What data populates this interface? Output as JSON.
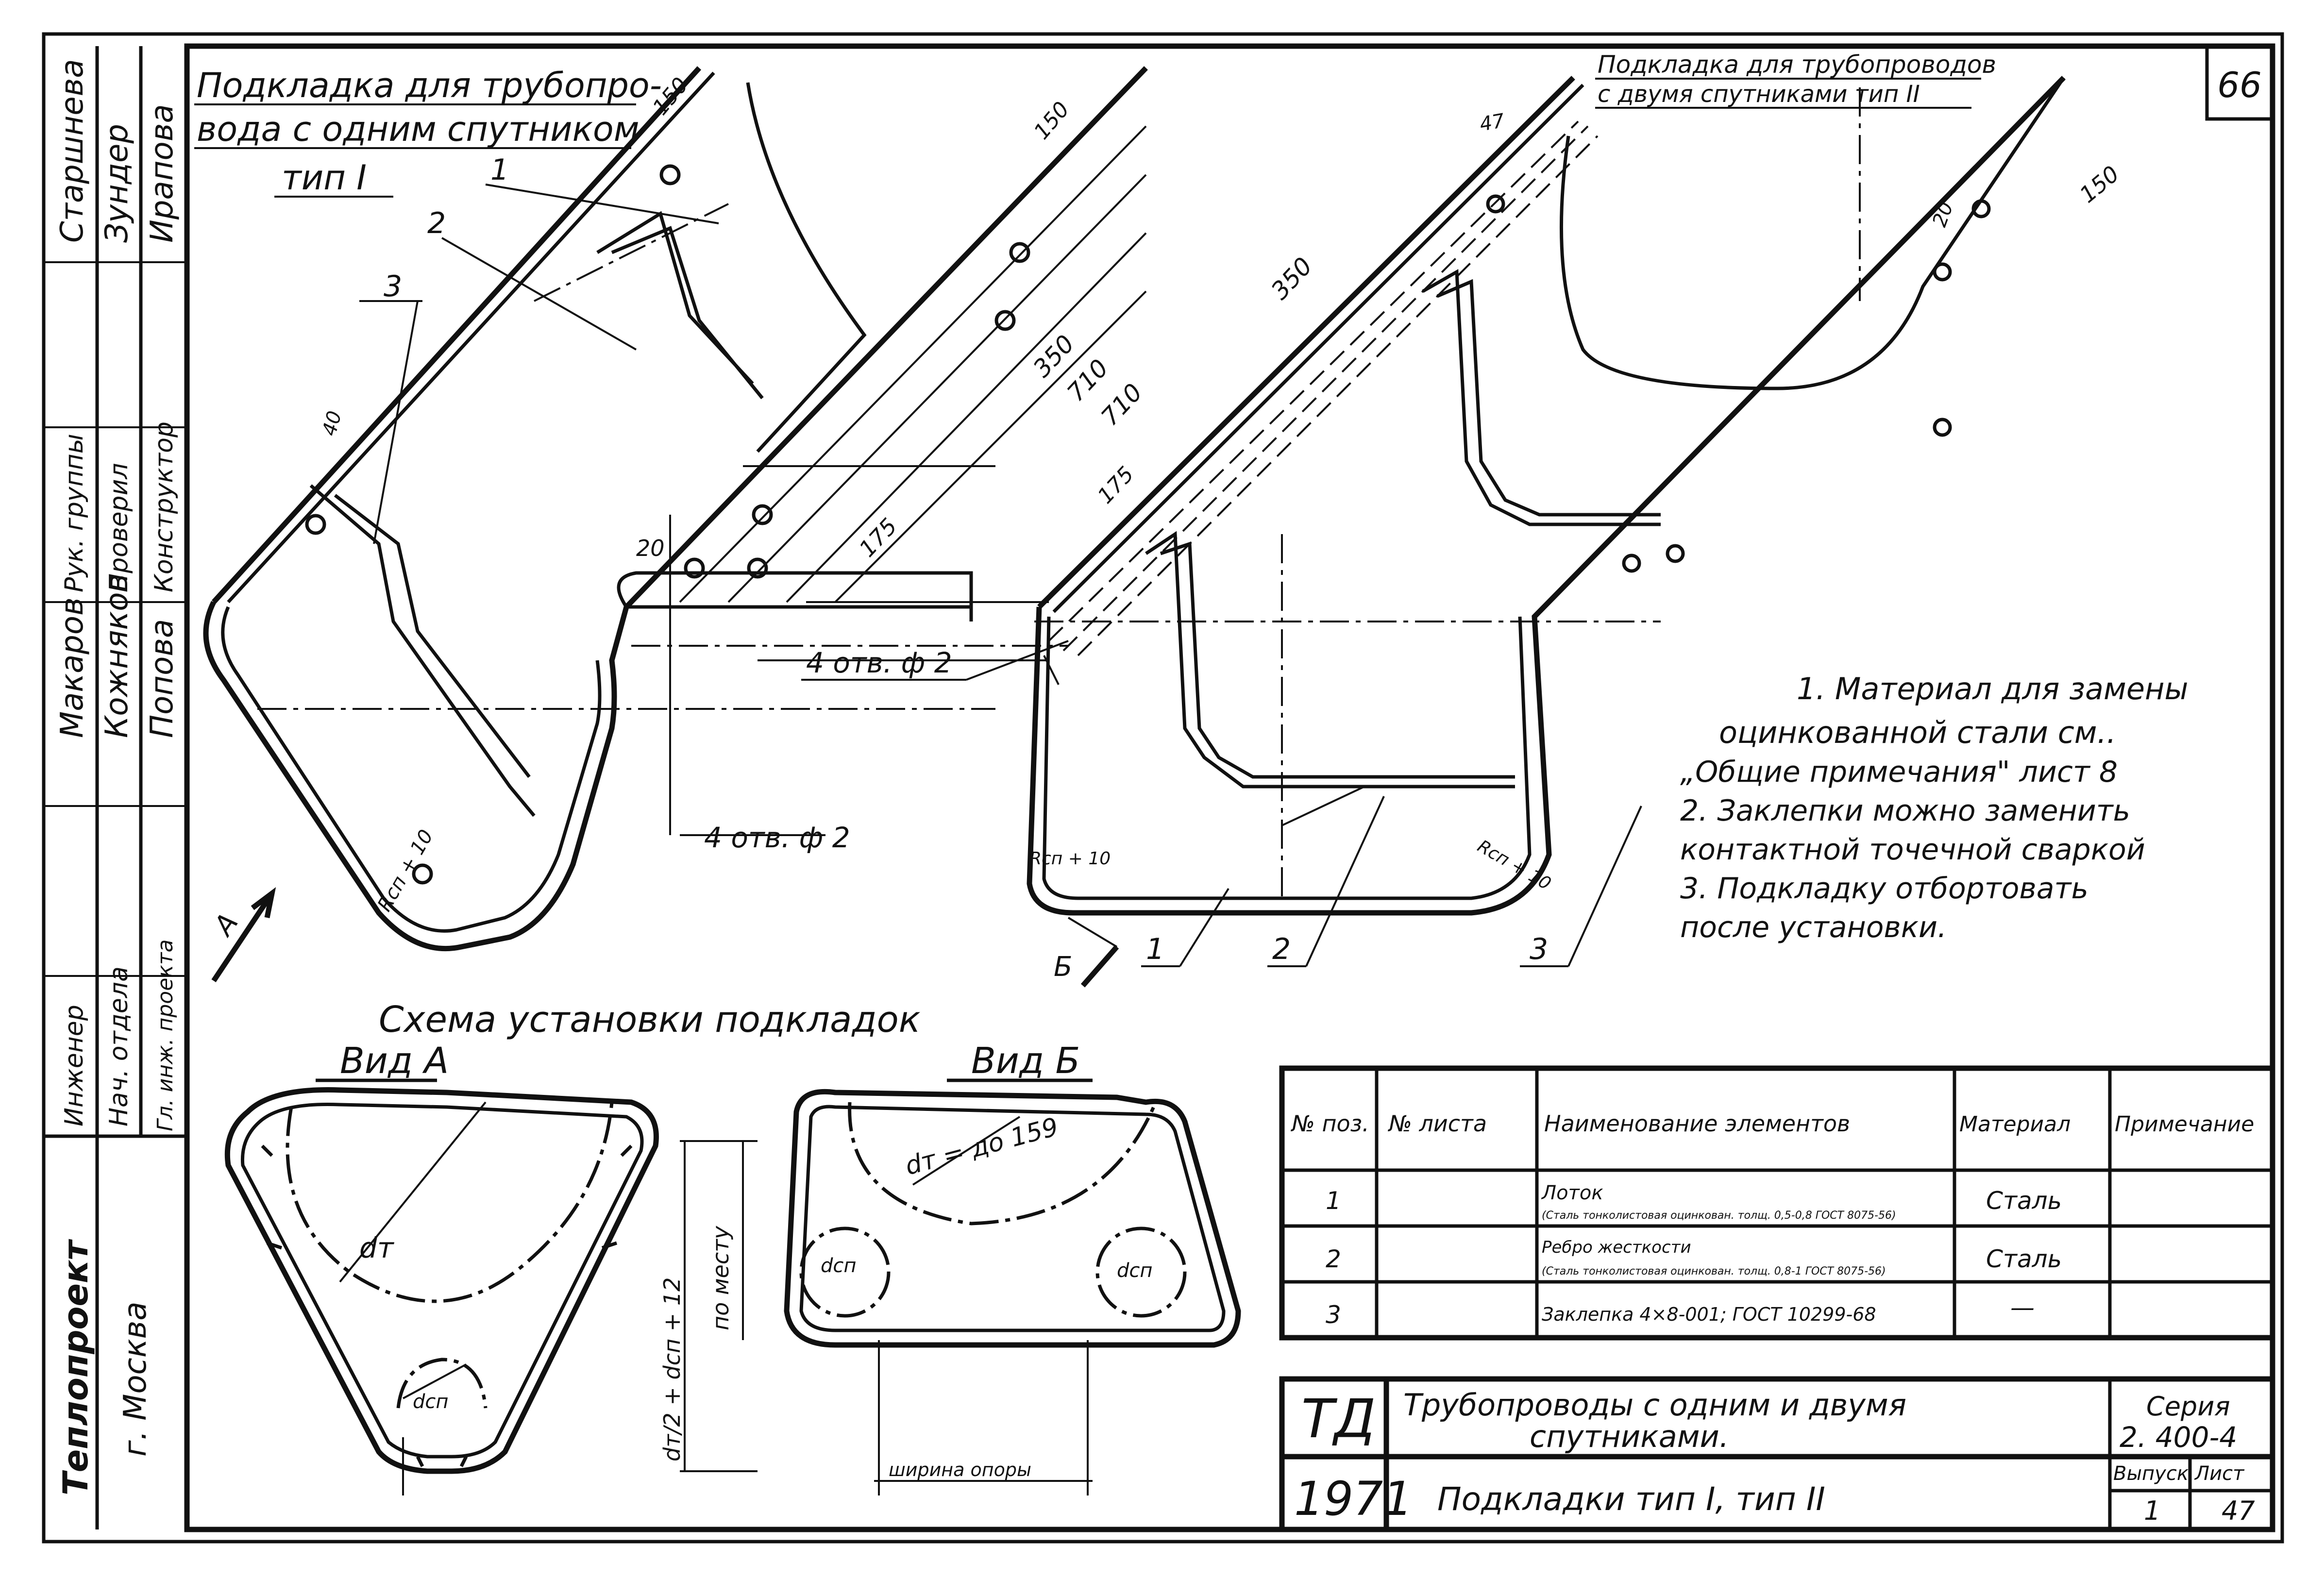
{
  "sheet_number": "66",
  "title_left": [
    "Подкладка для трубопро-",
    "вода с одним спутником"
  ],
  "type_left": "тип I",
  "title_right": [
    "Подкладка для трубопроводов",
    "с двумя спутниками тип II"
  ],
  "callouts": {
    "c1": "1",
    "c2": "2",
    "c3": "3"
  },
  "dims": {
    "d150": "150",
    "d350": "350",
    "d710": "710",
    "d175": "175",
    "d20": "20",
    "d40": "40",
    "d47": "47",
    "holes": "4 отв. ф 2",
    "rcp": "Rcп + 10"
  },
  "view_marks": {
    "a": "A",
    "b": "Б"
  },
  "notes": [
    "1. Материал для замены",
    "оцинкованной стали см..",
    "„Общие примечания\" лист 8",
    "2. Заклепки можно заменить",
    "контактной точечной сваркой",
    "3. Подкладку отбортовать",
    "после установки."
  ],
  "scheme_title": "Схема установки подкладок",
  "view_a": "Вид А",
  "view_b": "Вид Б",
  "scheme_labels": {
    "dt": "dт",
    "dt_159": "dт = до 159",
    "dsp": "dсп",
    "dim_formula": "dт/2 + dсп + 12",
    "po_mestu": "по месту",
    "support_width": "ширина опоры"
  },
  "spec_table": {
    "headers": [
      "№ поз.",
      "№ листа",
      "Наименование элементов",
      "Материал",
      "Примечание"
    ],
    "rows": [
      {
        "pos": "1",
        "sheet": "",
        "name": "Лоток",
        "detail": "(Сталь тонколистовая оцинкован. толщ. 0,5-0,8 ГОСТ 8075-56)",
        "material": "Сталь",
        "note": ""
      },
      {
        "pos": "2",
        "sheet": "",
        "name": "Ребро жесткости",
        "detail": "(Сталь тонколистовая оцинкован. толщ. 0,8-1 ГОСТ 8075-56)",
        "material": "Сталь",
        "note": ""
      },
      {
        "pos": "3",
        "sheet": "",
        "name": "Заклепка 4×8-001; ГОСТ 10299-68",
        "detail": "",
        "material": "—",
        "note": ""
      }
    ]
  },
  "title_block": {
    "td": "ТД",
    "year": "1971",
    "title": [
      "Трубопроводы с одним и двумя",
      "спутниками."
    ],
    "subtitle": "Подкладки тип I, тип II",
    "series_label": "Серия",
    "series": "2. 400-4",
    "issue_label": "Выпуск",
    "issue": "1",
    "sheet_label": "Лист",
    "sheet": "47"
  },
  "side_stamp": {
    "org": "Теплопроект",
    "city": "г. Москва",
    "roles": [
      "Инженер",
      "Нач. отдела",
      "Гл. инж. проекта",
      "Рук. группы",
      "Проверил",
      "Конструктор"
    ],
    "names": [
      "Макаров",
      "Кожняков",
      "Попова",
      "Старшнева",
      "Зундер",
      "Ирапова"
    ]
  }
}
